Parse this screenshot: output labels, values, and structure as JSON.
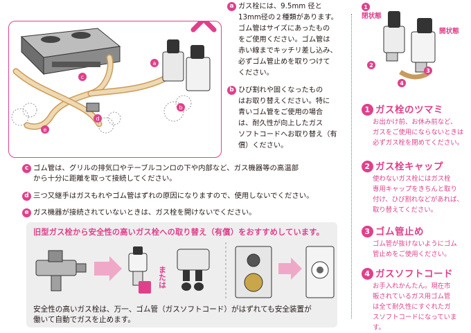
{
  "illustration": {
    "badges": [
      "a",
      "b",
      "c",
      "d",
      "e"
    ],
    "mark": "×"
  },
  "notes": {
    "a": {
      "marker": "a",
      "lines": [
        "ガス栓には、9.5mm 径と",
        "13mm径の２種類があります。",
        "ゴム管はサイズにあったもの",
        "をご使用ください。ゴム管は",
        "赤い線までキッチリ差し込み、",
        "必ずゴム管止めを取りつけて",
        "ください。"
      ]
    },
    "b": {
      "marker": "b",
      "lines": [
        "ひび割れや固くなったもの",
        "はお取り替えください。特に",
        "青いゴム管をご使用の場合",
        "は、耐久性が向上したガス",
        "ソフトコードへお取り替え（有",
        "償）ください。"
      ]
    }
  },
  "list": [
    {
      "marker": "c",
      "lines": [
        "ゴム管は、グリルの排気口やテーブルコンロの下や内部など、ガス機器等の高温部",
        "から十分に距離を取って接続してください。"
      ]
    },
    {
      "marker": "d",
      "lines": [
        "三つ又継手はガスもれやゴム管はずれの原因になりますので、使用しないでください。"
      ]
    },
    {
      "marker": "e",
      "lines": [
        "ガス機器が接続されていないときは、ガス栓を開けないでください。"
      ]
    }
  ],
  "recommend": {
    "title": "旧型ガス栓から安全性の高いガス栓への取り替え（有償）をおすすめしています。",
    "or_label": "または",
    "footer_lines": [
      "安全性の高いガス栓は、万一、ゴム管（ガスソフトコード）がはずれても安全装置が",
      "働いて自動でガスを止めます。"
    ]
  },
  "valve_diagram": {
    "closed_label": "閉状態",
    "open_label": "開状態",
    "numbers": [
      "1",
      "2",
      "3",
      "4"
    ]
  },
  "sections": [
    {
      "num": "1",
      "title": "ガス栓のツマミ",
      "lines": [
        "お出かけ前、お休み前など、",
        "ガスをご使用にならないときは",
        "必ずガス栓を閉めてください。"
      ]
    },
    {
      "num": "2",
      "title": "ガス栓キャップ",
      "lines": [
        "使わないガス栓にはガス栓",
        "専用キャップをきちんと取り",
        "付け、ひび割れなどがあれば、",
        "取り替えてください。"
      ]
    },
    {
      "num": "3",
      "title": "ゴム管止め",
      "lines": [
        "ゴム管が抜けないようにゴム",
        "管止めをご使用ください。"
      ]
    },
    {
      "num": "4",
      "title": "ガスソフトコード",
      "lines": [
        "お手入れかんたん。現在市",
        "販されているガス用ゴム管",
        "は全て耐久性にすぐれたガ",
        "スソフトコードになっています。"
      ]
    }
  ],
  "colors": {
    "accent": "#e0408a",
    "hose": "#e8c99a",
    "panel": "#eeeeef"
  }
}
